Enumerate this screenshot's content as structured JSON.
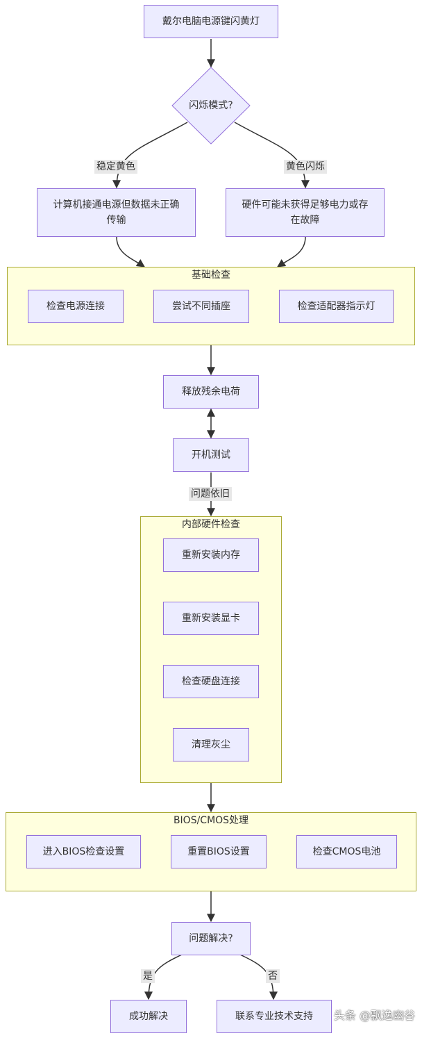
{
  "nodes": {
    "start": "戴尔电脑电源键闪黄灯",
    "decision_blink": "闪烁模式?",
    "steady_cause": "计算机接通电源但数据未正确传输",
    "blink_cause": "硬件可能未获得足够电力或存在故障",
    "check_power": "检查电源连接",
    "try_socket": "尝试不同插座",
    "check_adapter": "检查适配器指示灯",
    "release_charge": "释放残余电荷",
    "boot_test": "开机测试",
    "reseat_ram": "重新安装内存",
    "reseat_gpu": "重新安装显卡",
    "check_disk": "检查硬盘连接",
    "clean_dust": "清理灰尘",
    "enter_bios": "进入BIOS检查设置",
    "reset_bios": "重置BIOS设置",
    "check_cmos": "检查CMOS电池",
    "decision_solved": "问题解决?",
    "success": "成功解决",
    "contact_support": "联系专业技术支持"
  },
  "clusters": {
    "basic": "基础检查",
    "internal": "内部硬件检查",
    "bios": "BIOS/CMOS处理"
  },
  "edge_labels": {
    "steady": "稳定黄色",
    "blinking": "黄色闪烁",
    "still_issue": "问题依旧",
    "yes": "是",
    "no": "否"
  },
  "watermark": "头条 @飘逸幽谷",
  "colors": {
    "node_fill": "#ececff",
    "node_border": "#9370db",
    "cluster_fill": "#ffffde",
    "cluster_border": "#aaaa33",
    "edge": "#333333",
    "label_bg": "#e8e8e8"
  }
}
